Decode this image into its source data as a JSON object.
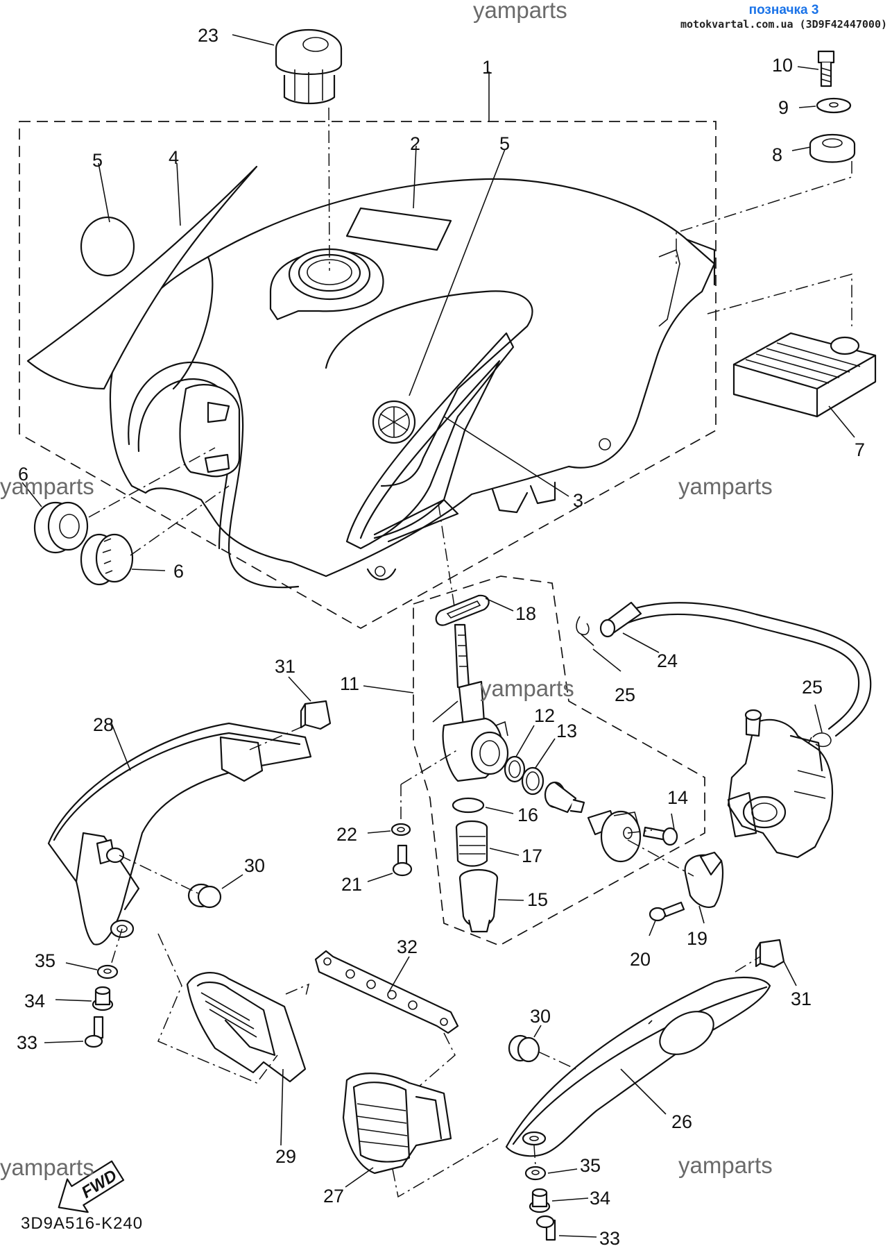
{
  "header": {
    "label": "позначка 3",
    "source": "motokvartal.com.ua (3D9F42447000)"
  },
  "watermark": "yamparts",
  "diagram_code": "3D9A516-K240",
  "fwd_label": "FWD",
  "callouts": [
    "1",
    "2",
    "3",
    "4",
    "5",
    "5",
    "6",
    "6",
    "7",
    "8",
    "9",
    "10",
    "11",
    "12",
    "13",
    "14",
    "15",
    "16",
    "17",
    "18",
    "19",
    "20",
    "21",
    "22",
    "23",
    "24",
    "25",
    "25",
    "26",
    "27",
    "28",
    "29",
    "30",
    "30",
    "31",
    "31",
    "32",
    "33",
    "33",
    "34",
    "34",
    "35",
    "35"
  ]
}
